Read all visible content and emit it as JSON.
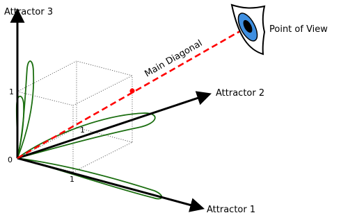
{
  "axes": {
    "attractor_1": "Attractor 1",
    "attractor_2": "Attractor 2",
    "attractor_3": "Attractor 3"
  },
  "origin_label": "0",
  "ticks": {
    "vertical": "1",
    "axis_1": "1",
    "axis_2": "1"
  },
  "diagonal_label": "Main Diagonal",
  "viewpoint_label": "Point of View",
  "colors": {
    "axes": "#000000",
    "cube": "#444444",
    "diagonal": "#ff0000",
    "curves": "#1b6e10",
    "eye_iris": "#3f8fe0",
    "eye_pupil": "#000000"
  }
}
